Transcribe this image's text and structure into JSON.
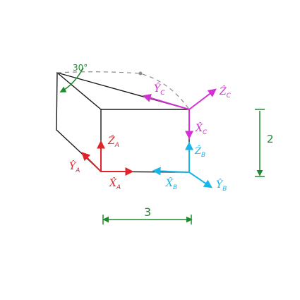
{
  "colors": {
    "black": "#1a1a1a",
    "red": "#e0242b",
    "cyan": "#19b5e8",
    "magenta": "#d42fd4",
    "green": "#1e8a2e",
    "gray": "#8c8c8c"
  },
  "angle": {
    "text": "30°"
  },
  "frameA": {
    "z": {
      "letter": "Ẑ",
      "sub": "A"
    },
    "y": {
      "letter": "Ŷ",
      "sub": "A"
    },
    "x": {
      "letter": "X̂",
      "sub": "A"
    }
  },
  "frameB": {
    "z": {
      "letter": "Ẑ",
      "sub": "B"
    },
    "x": {
      "letter": "X̂",
      "sub": "B"
    },
    "y": {
      "letter": "Ŷ",
      "sub": "B"
    }
  },
  "frameC": {
    "z": {
      "letter": "Ẑ",
      "sub": "C"
    },
    "x": {
      "letter": "X̂",
      "sub": "C"
    },
    "y": {
      "letter": "Ŷ",
      "sub": "C"
    }
  },
  "dimensions": {
    "width": "3",
    "height": "2"
  }
}
